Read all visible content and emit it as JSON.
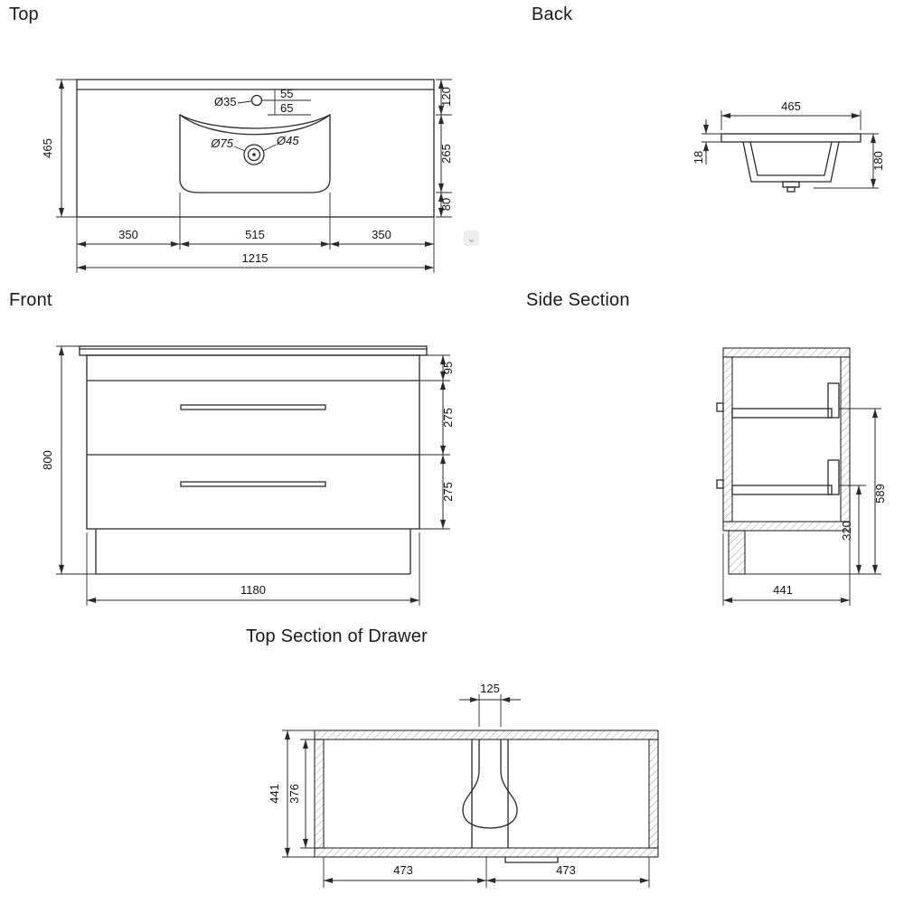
{
  "titles": {
    "top": "Top",
    "back": "Back",
    "front": "Front",
    "side": "Side Section",
    "drawer": "Top Section of Drawer"
  },
  "top_view": {
    "depth": "465",
    "tap_diameter": "Ø35",
    "tap_from_back": "55",
    "tap_to_basin": "65",
    "overflow_diameter": "Ø75",
    "waste_diameter": "Ø45",
    "back_offset": "120",
    "basin_depth": "265",
    "front_offset": "80",
    "segment_left": "350",
    "segment_middle": "515",
    "segment_right": "350",
    "total_width": "1215"
  },
  "back_view": {
    "basin_width": "465",
    "top_thickness": "18",
    "basin_height": "180"
  },
  "front_view": {
    "total_height": "800",
    "top_gap": "95",
    "drawer_top": "275",
    "drawer_bottom": "275",
    "cabinet_width": "1180"
  },
  "side_view": {
    "drawer_zone_height": "589",
    "plinth_zone_height": "320",
    "cabinet_depth": "441"
  },
  "drawer_view": {
    "cutout_width": "125",
    "outer_depth": "441",
    "inner_depth": "376",
    "bay_left": "473",
    "bay_right": "473"
  },
  "controls": {
    "chevron_badge": "⌄"
  }
}
